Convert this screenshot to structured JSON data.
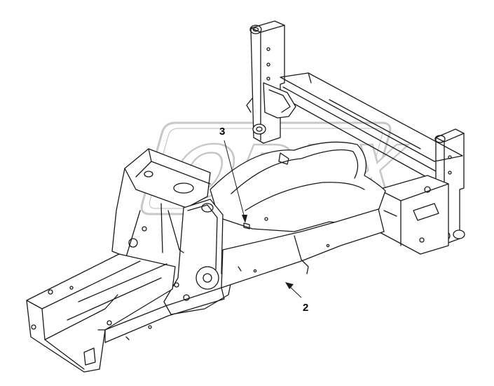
{
  "diagram": {
    "callouts": [
      {
        "id": "callout-3",
        "label": "3"
      },
      {
        "id": "callout-2",
        "label": "2"
      }
    ],
    "watermark": {
      "text": "OPEX"
    },
    "colors": {
      "line": "#1a1a1a",
      "paper": "#ffffff",
      "watermark": "#9a9a9a"
    }
  }
}
